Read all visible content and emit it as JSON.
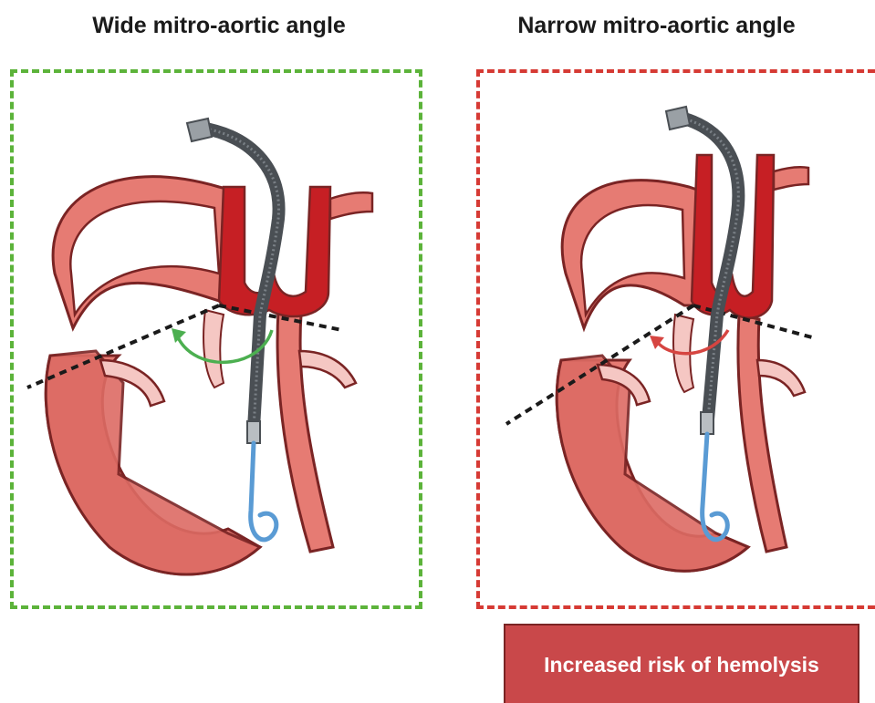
{
  "panels": {
    "left": {
      "title": "Wide mitro-aortic angle",
      "frame_color": "#5cb33a",
      "arrow_color": "#4caf50"
    },
    "right": {
      "title": "Narrow mitro-aortic angle",
      "frame_color": "#d63a34",
      "arrow_color": "#d64541"
    }
  },
  "callout": {
    "text": "Increased risk of hemolysis",
    "color": "#c9484a"
  },
  "colors": {
    "heart_fill": "#e67b73",
    "heart_outline": "#7a2424",
    "aorta_red": "#c61f24",
    "catheter_gray": "#4a4f54",
    "pigtail_blue": "#5a9bd4",
    "dashed_line": "#1a1a1a"
  },
  "icons": [
    "heart-illustration",
    "impella-catheter-icon",
    "curved-arrow-icon"
  ]
}
